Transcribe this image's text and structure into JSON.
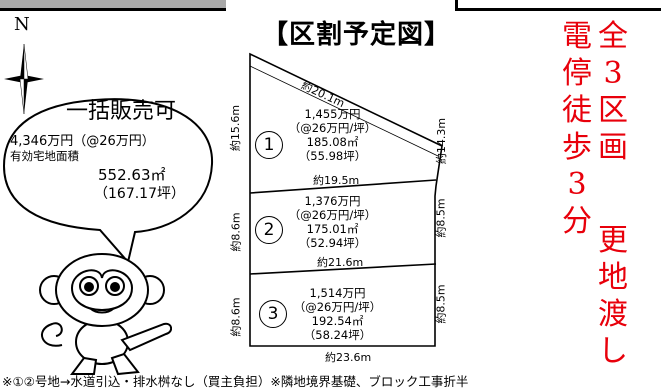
{
  "title": "【区割予定図】",
  "compass": {
    "label": "N"
  },
  "red_text": {
    "col1": [
      "全",
      "3",
      "区",
      "画"
    ],
    "col2": [
      "電",
      "停",
      "徒",
      "歩",
      "3",
      "分"
    ],
    "col3": [
      "更",
      "地",
      "渡",
      "し"
    ]
  },
  "bubble": {
    "headline": "一括販売可",
    "price": "4,346万円（@26万円）",
    "area_label": "有効宅地面積",
    "area_m2": "552.63㎡",
    "area_tsubo": "（167.17坪）"
  },
  "lots": [
    {
      "no": "1",
      "price": "1,455万円",
      "unit": "（@26万円/坪）",
      "area": "185.08㎡",
      "tsubo": "（55.98坪）"
    },
    {
      "no": "2",
      "price": "1,376万円",
      "unit": "（@26万円/坪）",
      "area": "175.01㎡",
      "tsubo": "（52.94坪）"
    },
    {
      "no": "3",
      "price": "1,514万円",
      "unit": "（@26万円/坪）",
      "area": "192.54㎡",
      "tsubo": "（58.24坪）"
    }
  ],
  "measures": {
    "top_edge": "約20.1m",
    "lot1_left": "約15.6m",
    "lot1_right": "約14.3m",
    "lot1_bottom": "約19.5m",
    "lot2_left": "約8.6m",
    "lot2_right": "約8.5m",
    "lot2_bottom": "約21.6m",
    "lot3_left": "約8.6m",
    "lot3_right": "約8.5m",
    "lot3_bottom": "約23.6m"
  },
  "footnote": "※①②号地→水道引込・排水桝なし（買主負担）※隣地境界基礎、ブロック工事折半"
}
